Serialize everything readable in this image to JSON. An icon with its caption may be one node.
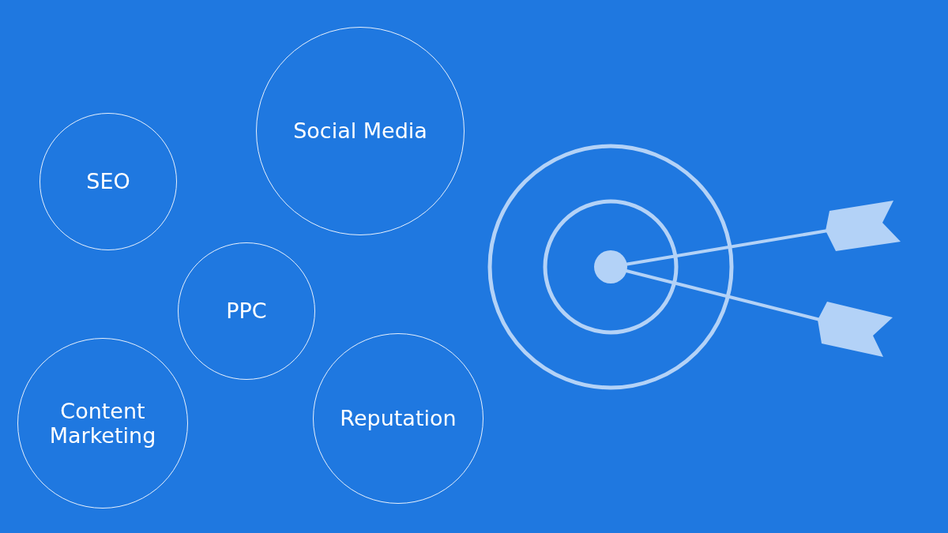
{
  "diagram": {
    "nodes": [
      {
        "text": [
          "Social Media"
        ]
      },
      {
        "text": [
          "SEO"
        ]
      },
      {
        "text": [
          "PPC"
        ]
      },
      {
        "text": [
          "Content Marketing"
        ]
      },
      {
        "text": [
          "Reputation"
        ]
      }
    ]
  }
}
